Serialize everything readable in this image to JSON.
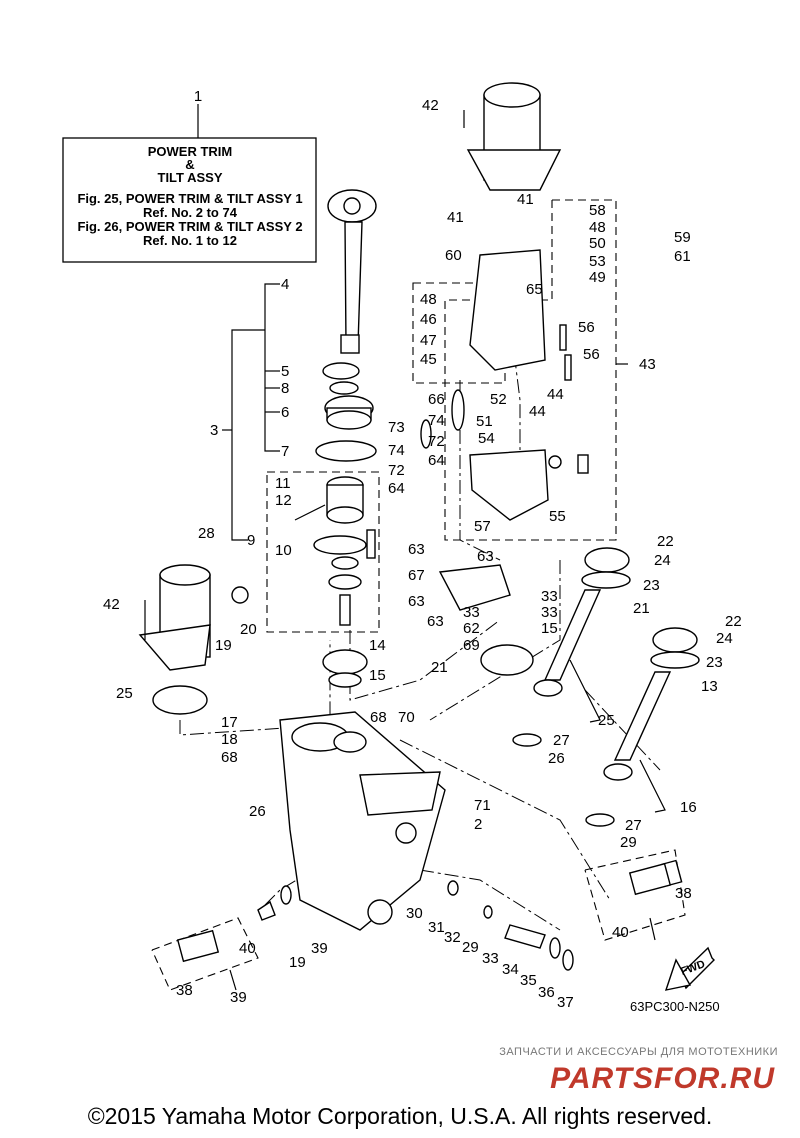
{
  "title_box": {
    "ref": "1",
    "line1": "POWER TRIM",
    "line2": "&",
    "line3": "TILT ASSY",
    "line4": "Fig. 25, POWER TRIM & TILT ASSY 1",
    "line5": "Ref. No. 2 to 74",
    "line6": "Fig. 26, POWER TRIM & TILT ASSY 2",
    "line7": "Ref. No. 1 to 12"
  },
  "callouts": [
    "42",
    "41",
    "41",
    "58",
    "48",
    "50",
    "53",
    "49",
    "59",
    "61",
    "60",
    "65",
    "48",
    "46",
    "47",
    "45",
    "56",
    "56",
    "43",
    "44",
    "44",
    "52",
    "66",
    "74",
    "73",
    "51",
    "72",
    "54",
    "74",
    "64",
    "72",
    "64",
    "57",
    "55",
    "11",
    "12",
    "9",
    "10",
    "3",
    "4",
    "5",
    "8",
    "6",
    "7",
    "28",
    "42",
    "19",
    "20",
    "63",
    "63",
    "67",
    "63",
    "63",
    "33",
    "33",
    "33",
    "62",
    "69",
    "15",
    "21",
    "22",
    "24",
    "23",
    "21",
    "22",
    "24",
    "23",
    "13",
    "14",
    "15",
    "25",
    "25",
    "16",
    "17",
    "18",
    "68",
    "68",
    "70",
    "71",
    "2",
    "26",
    "27",
    "26",
    "27",
    "29",
    "30",
    "31",
    "32",
    "29",
    "33",
    "34",
    "35",
    "36",
    "37",
    "19",
    "39",
    "40",
    "38",
    "39",
    "40",
    "38"
  ],
  "fwd_label": "FWD",
  "diagram_code": "63PC300-N250",
  "watermark": {
    "tagline": "ЗАПЧАСТИ И АКСЕССУАРЫ ДЛЯ МОТОТЕХНИКИ",
    "brand": "PARTSFOR.RU"
  },
  "copyright": "©2015 Yamaha Motor Corporation, U.S.A. All rights reserved."
}
